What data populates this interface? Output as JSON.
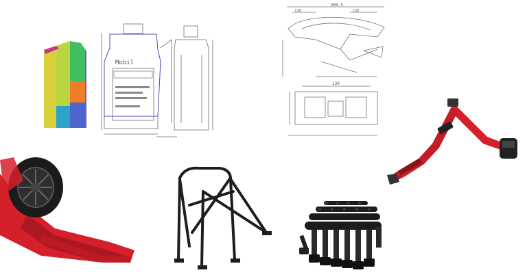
{
  "page": {
    "top_text": "",
    "background": "#ffffff"
  },
  "items": [
    {
      "name": "oil-bottle-cad-model",
      "caption": ""
    },
    {
      "name": "oil-bottle-technical-drawing",
      "label_text": "Mobil"
    },
    {
      "name": "brake-caliper-technical-drawing"
    },
    {
      "name": "red-seat-belt"
    },
    {
      "name": "tire-with-red-strap"
    },
    {
      "name": "roll-cage"
    },
    {
      "name": "lug-nuts-set"
    }
  ],
  "drawing_labels": {
    "caliper_width": "300.5",
    "caliper_lower_width": "130",
    "dim_small_1": "C30",
    "dim_small_2": "C30"
  },
  "colors": {
    "red": "#d3202b",
    "dark_red": "#8c1219",
    "line": "#6b6b6b",
    "black": "#1b1b1b"
  }
}
